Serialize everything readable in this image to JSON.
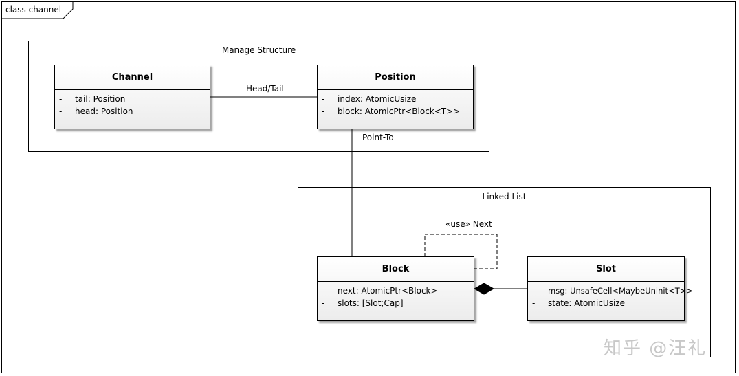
{
  "frame": {
    "title": "class channel"
  },
  "packages": {
    "manage": {
      "label": "Manage Structure"
    },
    "linked": {
      "label": "Linked List"
    }
  },
  "classes": {
    "channel": {
      "name": "Channel",
      "attributes": [
        {
          "visibility": "-",
          "text": "tail: Position"
        },
        {
          "visibility": "-",
          "text": "head: Position"
        }
      ]
    },
    "position": {
      "name": "Position",
      "attributes": [
        {
          "visibility": "-",
          "text": "index: AtomicUsize"
        },
        {
          "visibility": "-",
          "text": "block: AtomicPtr<Block<T>>"
        }
      ]
    },
    "block": {
      "name": "Block",
      "attributes": [
        {
          "visibility": "-",
          "text": "next: AtomicPtr<Block>"
        },
        {
          "visibility": "-",
          "text": "slots: [Slot;Cap]"
        }
      ]
    },
    "slot": {
      "name": "Slot",
      "attributes": [
        {
          "visibility": "-",
          "text": "msg: UnsafeCell<MaybeUninit<T>>"
        },
        {
          "visibility": "-",
          "text": "state: AtomicUsize"
        }
      ]
    }
  },
  "relations": {
    "head_tail": "Head/Tail",
    "point_to": "Point-To",
    "use_next": "«use» Next"
  },
  "watermark": "知乎 @汪礼"
}
